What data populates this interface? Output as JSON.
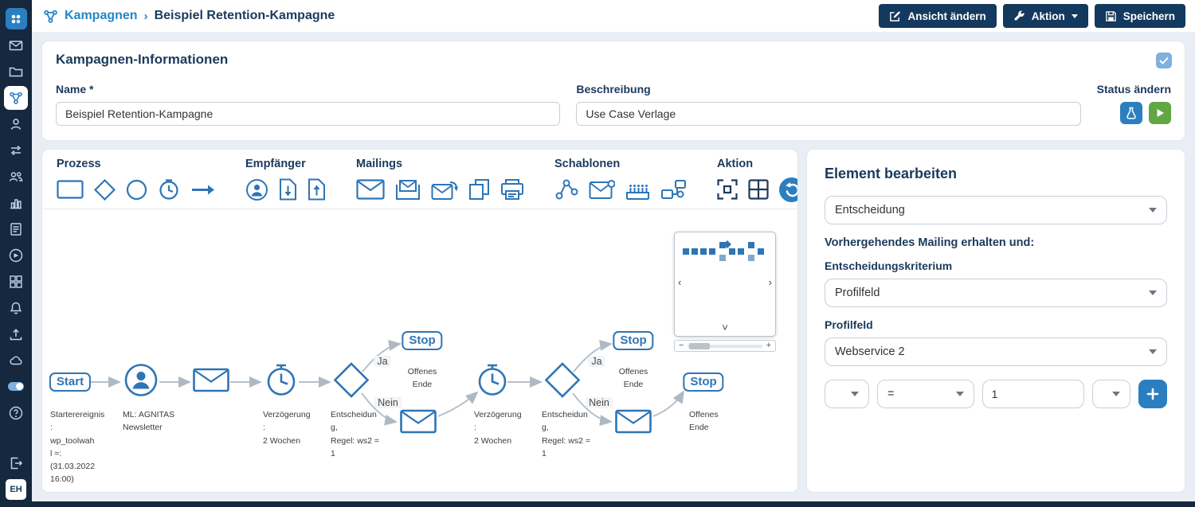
{
  "sidebar": {
    "user_initials": "EH",
    "active_item": "campaigns",
    "icons": [
      "agnitas-logo",
      "mailings-icon",
      "archive-icon",
      "campaigns-icon",
      "recipients-icon",
      "import-export-icon",
      "target-groups-icon",
      "statistics-icon",
      "reports-icon",
      "actions-icon",
      "forms-icon",
      "notifications-icon",
      "upload-icon",
      "cloud-icon",
      "feature-toggle",
      "help-icon",
      "logout-icon"
    ]
  },
  "header": {
    "breadcrumb": {
      "section": "Kampagnen",
      "separator": "›",
      "page": "Beispiel Retention-Kampagne"
    },
    "actions": [
      {
        "label": "Ansicht ändern",
        "icon": "edit-icon"
      },
      {
        "label": "Aktion",
        "icon": "wrench-icon"
      },
      {
        "label": "Speichern",
        "icon": "save-icon"
      }
    ]
  },
  "campaign_info": {
    "title": "Kampagnen-Informationen",
    "name_label": "Name *",
    "name_value": "Beispiel Retention-Kampagne",
    "description_label": "Beschreibung",
    "description_value": "Use Case Verlage",
    "status_label": "Status ändern",
    "checkbox_checked": true,
    "status_buttons": [
      "test-run-button",
      "start-button"
    ],
    "colors": {
      "accent_blue": "#2b7fc0",
      "navy": "#14395e",
      "green": "#61a744",
      "checkbox_blue": "#7fb0de"
    }
  },
  "toolbar": {
    "groups": [
      {
        "label": "Prozess",
        "icons": [
          "rectangle-shape-icon",
          "diamond-shape-icon",
          "circle-shape-icon",
          "deadline-icon",
          "arrow-icon"
        ]
      },
      {
        "label": "Empfänger",
        "icons": [
          "recipient-icon",
          "import-list-icon",
          "export-list-icon"
        ]
      },
      {
        "label": "Mailings",
        "icons": [
          "mailing-icon",
          "archive-mailing-icon",
          "followup-mailing-icon",
          "copy-mailing-icon",
          "mailing-stack-icon"
        ]
      },
      {
        "label": "Schablonen",
        "icons": [
          "webservice-icon",
          "template-mailing-icon",
          "anniversary-icon",
          "sub-campaign-icon"
        ]
      },
      {
        "label": "Aktion",
        "icons": [
          "fullscreen-icon",
          "grid-icon",
          "undo-button",
          "delete-button"
        ]
      }
    ]
  },
  "workflow": {
    "nodes": {
      "start": {
        "label": "Start",
        "caption": "Starterereignis\n:\nwp_toolwah\nl =:\n(31.03.2022\n16:00)"
      },
      "recipient": {
        "caption": "ML: AGNITAS\nNewsletter"
      },
      "delay1": {
        "caption": "Verzögerung\n:\n2 Wochen"
      },
      "decision1": {
        "caption": "Entscheidun\ng,\nRegel: ws2 =\n1"
      },
      "stop1": {
        "label": "Stop",
        "caption": "Offenes\nEnde"
      },
      "delay2": {
        "caption": "Verzögerung\n:\n2 Wochen"
      },
      "decision2": {
        "caption": "Entscheidun\ng,\nRegel: ws2 =\n1"
      },
      "stop2": {
        "label": "Stop",
        "caption": "Offenes\nEnde"
      },
      "stop3": {
        "label": "Stop",
        "caption": "Offenes\nEnde"
      }
    },
    "edges": {
      "ja1": "Ja",
      "nein1": "Nein",
      "ja2": "Ja",
      "nein2": "Nein"
    }
  },
  "minimap": {
    "pan_left": "‹",
    "pan_right": "›",
    "collapse": "˅",
    "zoom_out": "−",
    "zoom_in": "+"
  },
  "element_panel": {
    "title": "Element bearbeiten",
    "type_value": "Entscheidung",
    "condition_text": "Vorhergehendes Mailing erhalten und:",
    "criterion_label": "Entscheidungskriterium",
    "criterion_value": "Profilfeld",
    "profile_field_label": "Profilfeld",
    "profile_field_value": "Webservice 2",
    "rule": {
      "operator": "=",
      "value": "1"
    }
  }
}
